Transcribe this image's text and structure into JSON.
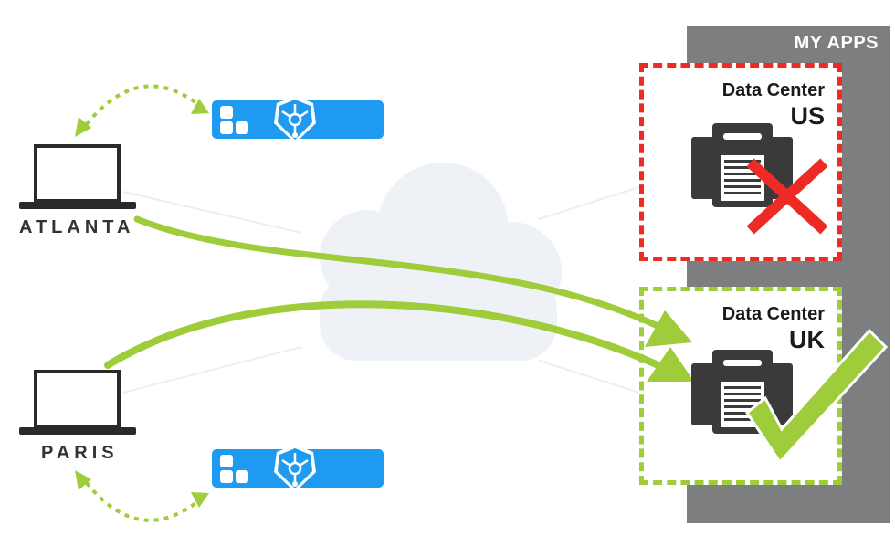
{
  "panel": {
    "title": "MY APPS"
  },
  "data_centers": [
    {
      "label": "Data Center",
      "name": "US",
      "status": "failed",
      "border_color": "#ee2a24"
    },
    {
      "label": "Data Center",
      "name": "UK",
      "status": "active",
      "border_color": "#9fcc3b"
    }
  ],
  "locations": [
    {
      "name": "ATLANTA"
    },
    {
      "name": "PARIS"
    }
  ],
  "colors": {
    "panel": "#7d7e80",
    "flow": "#9fcc3b",
    "fail": "#ee2a24",
    "device": "#1e9af0",
    "cloud": "#eef2f7",
    "server": "#3a3a3a"
  }
}
